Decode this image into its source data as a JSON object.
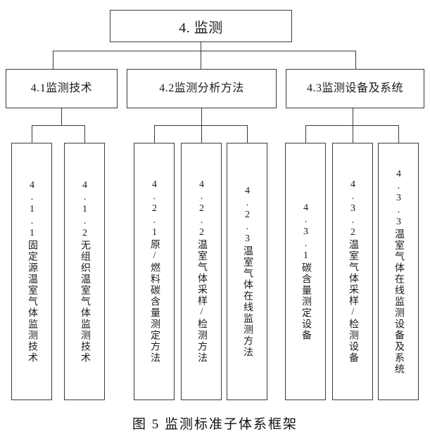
{
  "figure": {
    "caption": "图 5 监测标准子体系框架",
    "root": {
      "label": "4. 监测"
    },
    "level2": [
      {
        "id": "4.1",
        "label": "4.1监测技术"
      },
      {
        "id": "4.2",
        "label": "4.2监测分析方法"
      },
      {
        "id": "4.3",
        "label": "4.3监测设备及系统"
      }
    ],
    "leaves": [
      {
        "id": "4.1.1",
        "parent": "4.1",
        "label": "4.1.1固定源温室气体监测技术"
      },
      {
        "id": "4.1.2",
        "parent": "4.1",
        "label": "4.1.2无组织温室气体监测技术"
      },
      {
        "id": "4.2.1",
        "parent": "4.2",
        "label": "4.2.1原/燃料碳含量测定方法"
      },
      {
        "id": "4.2.2",
        "parent": "4.2",
        "label": "4.2.2温室气体采样/检测方法"
      },
      {
        "id": "4.2.3",
        "parent": "4.2",
        "label": "4.2.3温室气体在线监测方法"
      },
      {
        "id": "4.3.1",
        "parent": "4.3",
        "label": "4.3.1碳含量测定设备"
      },
      {
        "id": "4.3.2",
        "parent": "4.3",
        "label": "4.3.2温室气体采样/检测设备"
      },
      {
        "id": "4.3.3",
        "parent": "4.3",
        "label": "4.3.3温室气体在线监测设备及系统"
      }
    ],
    "colors": {
      "line": "#3a3a3a",
      "box_fill": "#ffffff",
      "text": "#1a1a1a",
      "background": "#ffffff"
    }
  }
}
